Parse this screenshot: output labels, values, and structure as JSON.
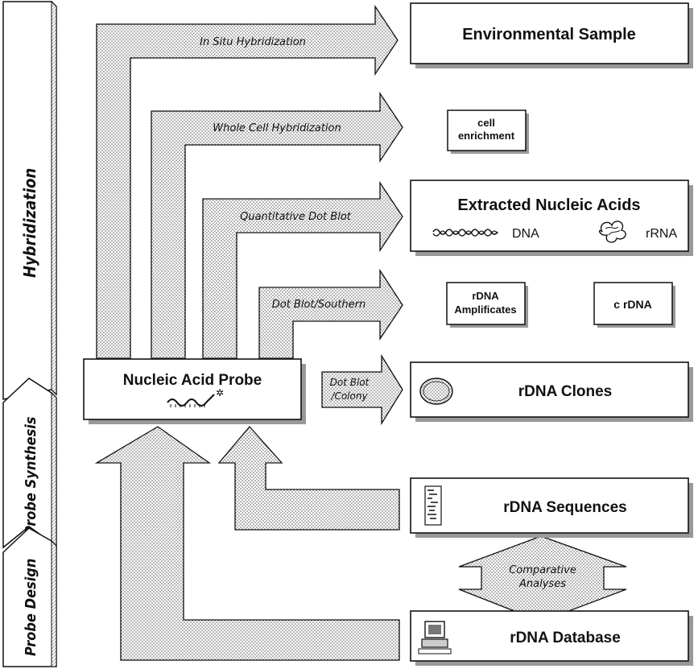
{
  "sidebar": {
    "hybridization": "Hybridization",
    "probe_synthesis": "Probe Synthesis",
    "probe_design": "Probe Design"
  },
  "boxes": {
    "environmental_sample": "Environmental Sample",
    "cell_enrichment_line1": "cell",
    "cell_enrichment_line2": "enrichment",
    "extracted_nucleic_acids": "Extracted Nucleic Acids",
    "dna_label": "DNA",
    "rrna_label": "rRNA",
    "rdna_amplificates_line1": "rDNA",
    "rdna_amplificates_line2": "Amplificates",
    "c_rdna": "c rDNA",
    "rdna_clones": "rDNA Clones",
    "rdna_sequences": "rDNA Sequences",
    "rdna_database": "rDNA Database",
    "nucleic_acid_probe": "Nucleic Acid Probe"
  },
  "arrows": {
    "in_situ": "In Situ Hybridization",
    "whole_cell": "Whole Cell Hybridization",
    "quantitative_dot_blot": "Quantitative Dot Blot",
    "dot_blot_southern": "Dot Blot/Southern",
    "dot_blot_colony_line1": "Dot Blot",
    "dot_blot_colony_line2": "/Colony",
    "comparative_line1": "Comparative",
    "comparative_line2": "Analyses"
  },
  "icons": [
    "dna-wave-icon",
    "rrna-tangle-icon",
    "petri-dish-icon",
    "sequence-gel-icon",
    "computer-icon",
    "probe-strand-icon"
  ]
}
